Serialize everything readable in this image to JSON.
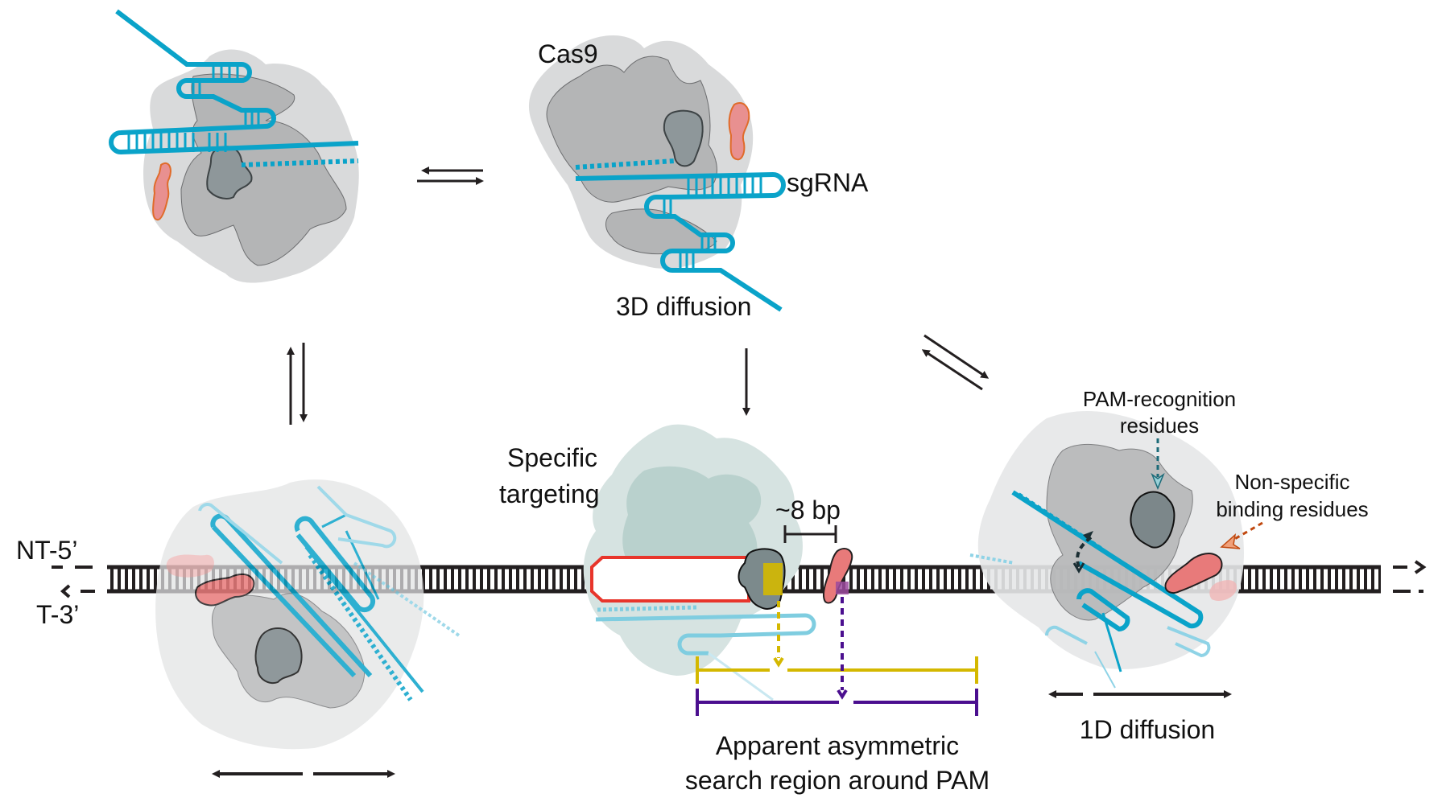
{
  "labels": {
    "cas9": "Cas9",
    "sgrna": "sgRNA",
    "diffusion_3d": "3D diffusion",
    "specific_targeting_line1": "Specific",
    "specific_targeting_line2": "targeting",
    "spacing": "~8 bp",
    "nt_strand": "NT-5’",
    "t_strand": "T-3’",
    "pam_recognition_line1": "PAM-recognition",
    "pam_recognition_line2": "residues",
    "nonspecific_line1": "Non-specific",
    "nonspecific_line2": "binding residues",
    "diffusion_1d": "1D diffusion",
    "search_region_line1": "Apparent asymmetric",
    "search_region_line2": "search region around PAM"
  },
  "colors": {
    "rna_blue": "#0aa3c9",
    "rna_blue_faded": "#8fd3e6",
    "protein_light": "#d9dadb",
    "protein_mid": "#b4b5b6",
    "protein_dark": "#8e979a",
    "protein_teal": "#c5dad7",
    "nonspecific_red": "#e87a7a",
    "nonspecific_outline": "#e06b2a",
    "dna_black": "#231f20",
    "bubble_red": "#e8352b",
    "pam_yellow": "#d4b800",
    "seed_purple": "#4b0f8f",
    "pam_arrow_teal": "#1b6a78",
    "nonspec_arrow_orange": "#c0480f"
  },
  "states": [
    {
      "id": "free-cas9-left",
      "description": "Apo Cas9 with sgRNA (rotated)"
    },
    {
      "id": "free-cas9-top",
      "description": "Cas9–sgRNA complex in solution"
    },
    {
      "id": "bound-nonspecific-left",
      "description": "Cas9 non-specifically bound on DNA"
    },
    {
      "id": "bound-specific-center",
      "description": "Cas9 specifically bound at PAM / target"
    },
    {
      "id": "bound-sliding-right",
      "description": "Cas9 sliding via 1D diffusion"
    }
  ],
  "transitions": [
    {
      "from": "free-cas9-left",
      "to": "free-cas9-top",
      "type": "equilibrium"
    },
    {
      "from": "free-cas9-left",
      "to": "bound-nonspecific-left",
      "type": "equilibrium"
    },
    {
      "from": "free-cas9-top",
      "to": "bound-specific-center",
      "type": "forward"
    },
    {
      "from": "free-cas9-top",
      "to": "bound-sliding-right",
      "type": "equilibrium"
    }
  ]
}
